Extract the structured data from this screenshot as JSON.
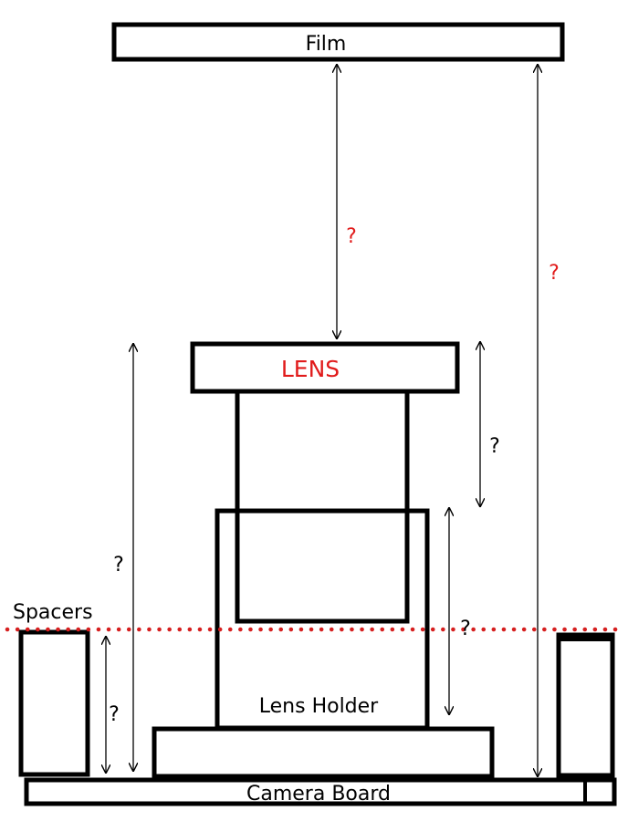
{
  "labels": {
    "film": "Film",
    "lens": "LENS",
    "lens_holder": "Lens Holder",
    "camera_board": "Camera Board",
    "spacers": "Spacers"
  },
  "unknowns": {
    "film_to_lens": "?",
    "film_to_board": "?",
    "lens_height": "?",
    "lens_to_board": "?",
    "holder_height": "?",
    "spacer_height": "?"
  },
  "colors": {
    "outline": "#000000",
    "accent_red": "#e11b1b",
    "spacer_line": "#d61f1f"
  }
}
